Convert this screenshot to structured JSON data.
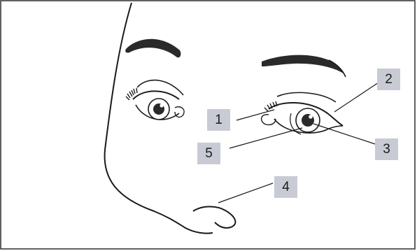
{
  "figure": {
    "callouts": [
      {
        "id": "1",
        "label": "1"
      },
      {
        "id": "2",
        "label": "2"
      },
      {
        "id": "3",
        "label": "3"
      },
      {
        "id": "4",
        "label": "4"
      },
      {
        "id": "5",
        "label": "5"
      }
    ],
    "colors": {
      "line": "#1a1a1a",
      "callout_fill": "#c8cbd4",
      "background": "#ffffff",
      "frame": "#3a3a3a"
    }
  }
}
